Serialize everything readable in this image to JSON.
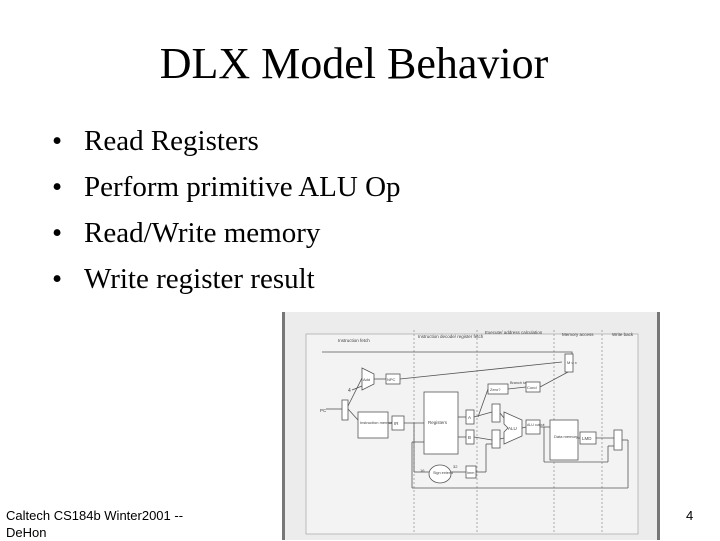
{
  "slide": {
    "title": "DLX Model Behavior",
    "bullet_symbol": "•",
    "bullets": [
      "Read Registers",
      "Perform primitive ALU Op",
      "Read/Write memory",
      "Write register result"
    ],
    "footer_line1": "Caltech CS184b Winter2001 --",
    "footer_line2": "DeHon",
    "page_number": "4"
  },
  "figure": {
    "stage_labels": [
      "Instruction fetch",
      "Instruction decode/ register fetch",
      "Execute/ address calculation",
      "Memory access",
      "Write back"
    ],
    "block_labels": {
      "add": "Add",
      "four": "4",
      "npc": "NPC",
      "pc": "PC",
      "imem": "Instruction memory",
      "ir": "IR",
      "regs": "Registers",
      "a": "A",
      "b": "B",
      "imm": "Imm",
      "sign_extend": "Sign extend",
      "sixteen": "16",
      "thirtytwo": "32",
      "zero": "Zero?",
      "branch_taken": "Branch taken",
      "cond": "Cond",
      "alu": "ALU",
      "alu_output": "ALU output",
      "dmem": "Data memory",
      "lmd": "LMD",
      "mux": "M u x"
    }
  }
}
